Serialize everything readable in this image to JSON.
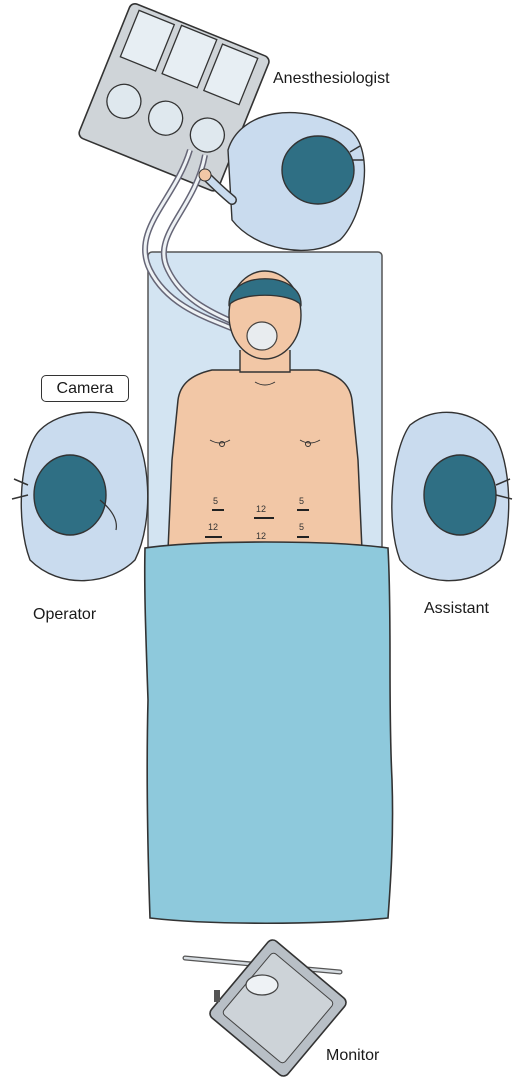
{
  "labels": {
    "anesthesiologist": "Anesthesiologist",
    "camera": "Camera",
    "operator": "Operator",
    "assistant": "Assistant",
    "monitor": "Monitor"
  },
  "port_labels": {
    "left_upper": "5",
    "left_lower": "12",
    "center_upper": "12",
    "center_lower": "12",
    "right_upper": "5",
    "right_lower": "5"
  },
  "colors": {
    "surgeon_gown": "#c9dbee",
    "cap": "#2f6f84",
    "skin": "#f2c7a6",
    "drape": "#8ec9dc",
    "table": "#d3e4f2",
    "outline": "#333333"
  }
}
